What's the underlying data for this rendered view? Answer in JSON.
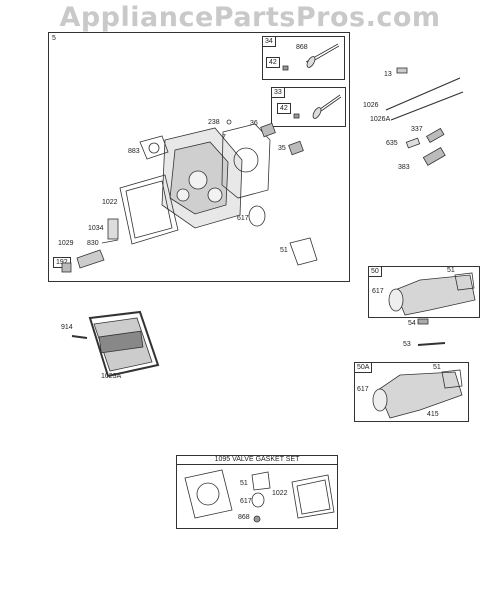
{
  "watermark": "AppliancePartsPros.com",
  "main_group": "5",
  "callouts": {
    "c34": "34",
    "c868a": "868",
    "c42a": "42",
    "c33": "33",
    "c42b": "42",
    "c13": "13",
    "c1026": "1026",
    "c1026a": "1026A",
    "c337": "337",
    "c635": "635",
    "c383": "383",
    "c238": "238",
    "c7": "7",
    "c36": "36",
    "c35": "35",
    "c883": "883",
    "c1022": "1022",
    "c1034": "1034",
    "c1029": "1029",
    "c830": "830",
    "c192": "192",
    "c617": "617",
    "c51": "51",
    "c50": "50",
    "c617b": "617",
    "c51b": "51",
    "c54": "54",
    "c53": "53",
    "c50a": "50A",
    "c51c": "51",
    "c617c": "617",
    "c415": "415",
    "c914": "914",
    "c1023a": "1023A",
    "c51d": "51",
    "c617d": "617",
    "c1022b": "1022",
    "c868b": "868"
  },
  "kit_title": "1095 VALVE GASKET SET"
}
